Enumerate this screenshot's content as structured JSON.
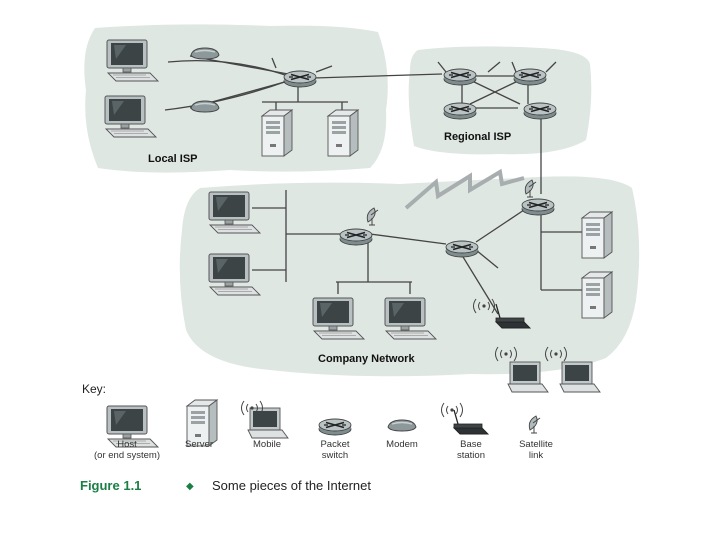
{
  "regions": {
    "local_isp": "Local ISP",
    "regional_isp": "Regional ISP",
    "company_network": "Company Network"
  },
  "key": {
    "title": "Key:",
    "items": [
      {
        "line1": "Host",
        "line2": "(or end system)",
        "icon": "host-icon"
      },
      {
        "line1": "Server",
        "line2": "",
        "icon": "server-icon"
      },
      {
        "line1": "Mobile",
        "line2": "",
        "icon": "mobile-icon"
      },
      {
        "line1": "Packet",
        "line2": "switch",
        "icon": "packet-switch-icon"
      },
      {
        "line1": "Modem",
        "line2": "",
        "icon": "modem-icon"
      },
      {
        "line1": "Base",
        "line2": "station",
        "icon": "base-station-icon"
      },
      {
        "line1": "Satellite",
        "line2": "link",
        "icon": "satellite-dish-icon"
      }
    ]
  },
  "caption": {
    "number": "Figure 1.1",
    "text": "Some pieces of the Internet"
  },
  "colors": {
    "cloud": "#dfe7e2",
    "device": "#7e8c8e",
    "accent": "#1a7f45"
  }
}
